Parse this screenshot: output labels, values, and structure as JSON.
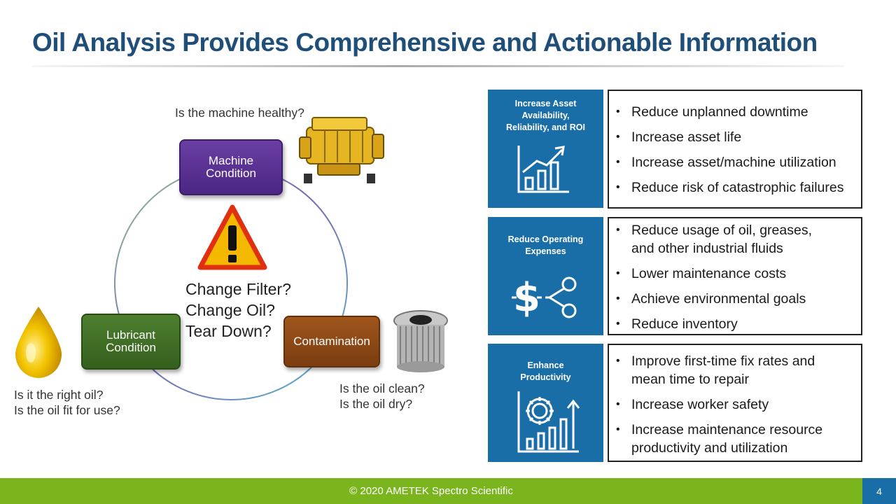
{
  "slide": {
    "title": "Oil Analysis Provides Comprehensive and Actionable Information"
  },
  "diagram": {
    "machine_question": "Is the machine healthy?",
    "machine_box": [
      "Machine",
      "Condition"
    ],
    "lubricant_box": [
      "Lubricant",
      "Condition"
    ],
    "contamination_box": "Contamination",
    "center_lines": [
      "Change Filter?",
      "Change Oil?",
      "Tear Down?"
    ],
    "lubricant_questions": [
      "Is it the right oil?",
      "Is the oil fit for use?"
    ],
    "contamination_questions": [
      "Is the oil clean?",
      "Is the oil dry?"
    ]
  },
  "panels": [
    {
      "title": [
        "Increase Asset",
        "Availability,",
        "Reliability, and ROI"
      ],
      "icon": "growth-chart-icon",
      "items": [
        "Reduce unplanned downtime",
        "Increase asset life",
        "Increase asset/machine utilization",
        "Reduce risk of catastrophic failures"
      ]
    },
    {
      "title": [
        "Reduce Operating",
        "Expenses"
      ],
      "icon": "cost-cut-icon",
      "items": [
        [
          "Reduce usage of oil, greases,",
          "and other industrial fluids"
        ],
        "Lower maintenance costs",
        "Achieve environmental goals",
        "Reduce inventory"
      ]
    },
    {
      "title": [
        "Enhance",
        "Productivity"
      ],
      "icon": "gear-productivity-icon",
      "items": [
        [
          "Improve first-time fix rates and",
          "mean time to repair"
        ],
        "Increase worker safety",
        [
          "Increase maintenance resource",
          "productivity and utilization"
        ]
      ]
    }
  ],
  "footer": {
    "copyright": "© 2020 AMETEK Spectro Scientific",
    "page_number": "4"
  }
}
